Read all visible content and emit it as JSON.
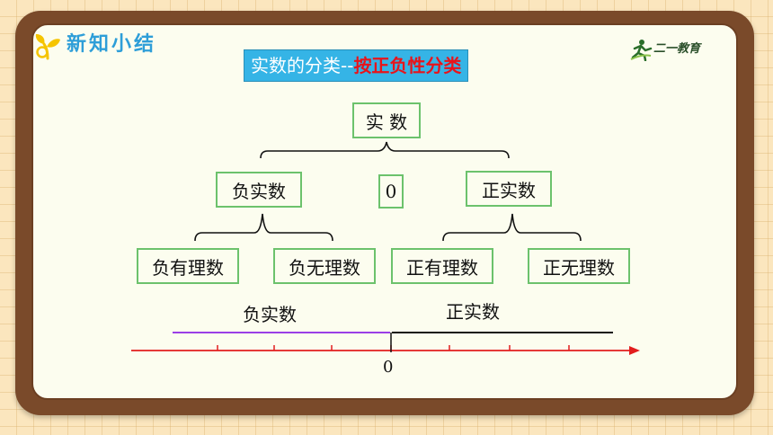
{
  "header": {
    "section_label": "新知小结",
    "brand_name": "二一教育",
    "icons": [
      "sprout-icon",
      "runner-logo-icon"
    ]
  },
  "title": {
    "prefix": "实数的分类--",
    "highlight": "按正负性分类"
  },
  "tree": {
    "root": "实 数",
    "level1": {
      "negative": "负实数",
      "zero": "0",
      "positive": "正实数"
    },
    "level2": {
      "negative_rational": "负有理数",
      "negative_irrational": "负无理数",
      "positive_rational": "正有理数",
      "positive_irrational": "正无理数"
    }
  },
  "number_line": {
    "negative_label": "负实数",
    "positive_label": "正实数",
    "origin_label": "0",
    "colors": {
      "axis": "#e21d1d",
      "negative_segment": "#9b3ee6",
      "positive_segment": "#111111"
    }
  },
  "colors": {
    "frame": "#7a4a2a",
    "board": "#fcfdef",
    "node_border": "#6cc26c",
    "title_bg": "#35b4e6",
    "title_highlight": "#e8141b",
    "section_label": "#2e9ed8"
  }
}
